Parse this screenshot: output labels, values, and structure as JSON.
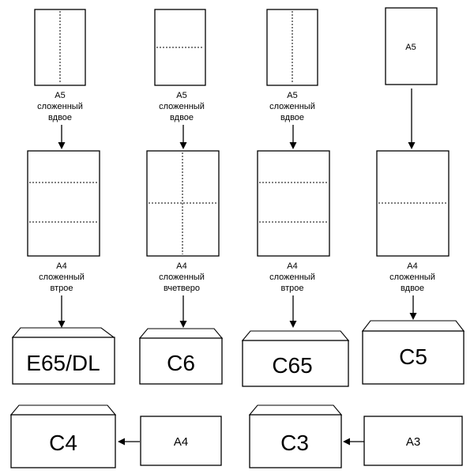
{
  "columns": [
    {
      "top_sheet_label": "",
      "top_caption": [
        "A5",
        "сложенный",
        "вдвое"
      ],
      "mid_caption": [
        "A4",
        "сложенный",
        "втрое"
      ],
      "envelope_label": "E65/DL",
      "envelope_fill": "#ffffff"
    },
    {
      "top_sheet_label": "",
      "top_caption": [
        "A5",
        "сложенный",
        "вдвое"
      ],
      "mid_caption": [
        "A4",
        "сложенный",
        "вчетверо"
      ],
      "envelope_label": "C6",
      "envelope_fill": "#f7a0a0"
    },
    {
      "top_sheet_label": "",
      "top_caption": [
        "A5",
        "сложенный",
        "вдвое"
      ],
      "mid_caption": [
        "A4",
        "сложенный",
        "втрое"
      ],
      "envelope_label": "C65",
      "envelope_fill": "#ffffff"
    },
    {
      "top_sheet_label": "A5",
      "top_caption": [],
      "mid_caption": [
        "A4",
        "сложенный",
        "вдвое"
      ],
      "envelope_label": "C5",
      "envelope_fill": "#ffffff"
    }
  ],
  "bottom_row": [
    {
      "envelope_label": "C4",
      "source_label": "A4"
    },
    {
      "envelope_label": "C3",
      "source_label": "A3"
    }
  ],
  "colors": {
    "stroke": "#000000",
    "highlight": "#f7a0a0",
    "background": "#ffffff"
  }
}
